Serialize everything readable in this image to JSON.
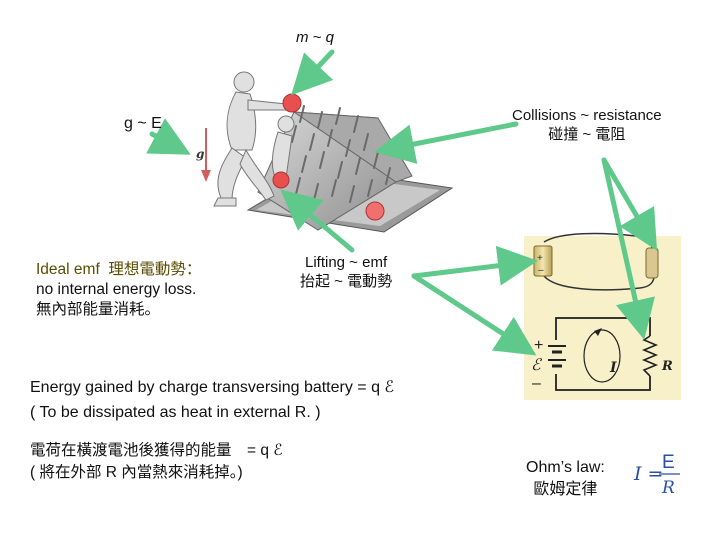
{
  "labels": {
    "m_q": "m ~ q",
    "g_E": "g ~ E",
    "collisions_en": "Collisions ~ resistance",
    "collisions_zh": "碰撞 ~ 電阻",
    "lifting_en": "Lifting ~ emf",
    "lifting_zh": "抬起 ~ 電動勢",
    "ideal_title": "Ideal emf",
    "ideal_title_zh": "理想電動勢：",
    "ideal_line2": "no internal energy loss.",
    "ideal_line3": "無內部能量消耗。",
    "energy_line1": "Energy gained by charge transversing battery = q ℰ",
    "energy_line2": "( To be dissipated as heat in external R. )",
    "zh_line1": "電荷在橫渡電池後獲得的能量　= q ℰ",
    "zh_line2": "( 將在外部 R 內當熱來消耗掉。)",
    "ohm_en": "Ohm’s law:",
    "ohm_zh": "歐姆定律"
  },
  "figure": {
    "g_symbol": "g",
    "emf_symbol": "ℰ",
    "current_symbol": "I",
    "resistor_symbol": "R",
    "plus_sign": "+",
    "minus_sign": "–",
    "formula_lhs": "I =",
    "formula_num": "E",
    "formula_den": "R"
  },
  "colors": {
    "arrow_green": "#5ec98a",
    "ball_red": "#e85050",
    "panel_bg": "#f8f0c8",
    "formula_blue": "#2a4fa3"
  }
}
